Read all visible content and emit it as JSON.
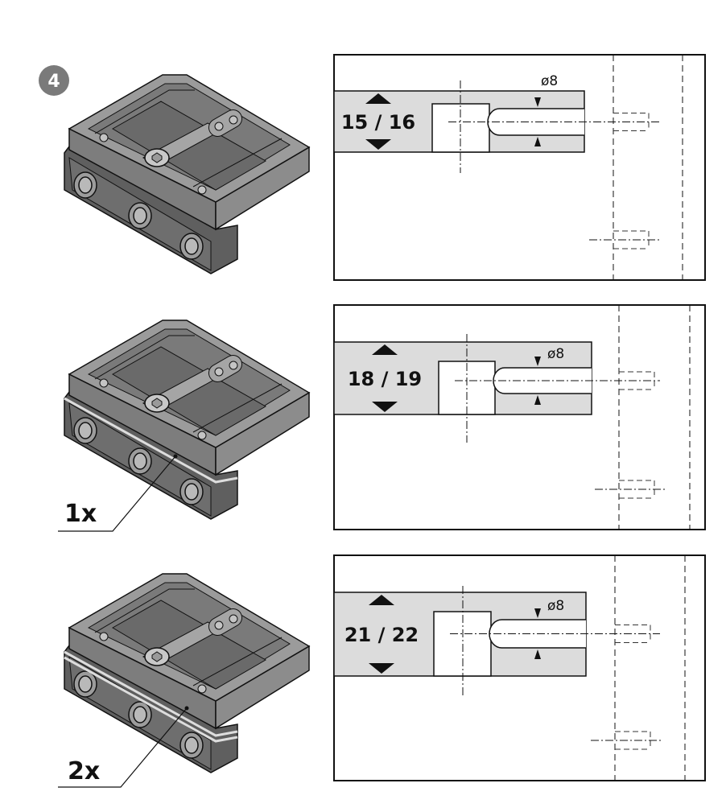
{
  "step_number": "4",
  "panels": [
    {
      "thickness_label": "15 / 16",
      "diameter_label": "ø8",
      "shim_label": ""
    },
    {
      "thickness_label": "18 / 19",
      "diameter_label": "ø8",
      "shim_label": "1x"
    },
    {
      "thickness_label": "21 / 22",
      "diameter_label": "ø8",
      "shim_label": "2x"
    }
  ],
  "colors": {
    "part_dark": "#6b6b6b",
    "part_mid": "#8a8a8a",
    "part_light": "#a9a9a9",
    "board_grey": "#dcdcdc",
    "badge": "#7a7a7a"
  }
}
